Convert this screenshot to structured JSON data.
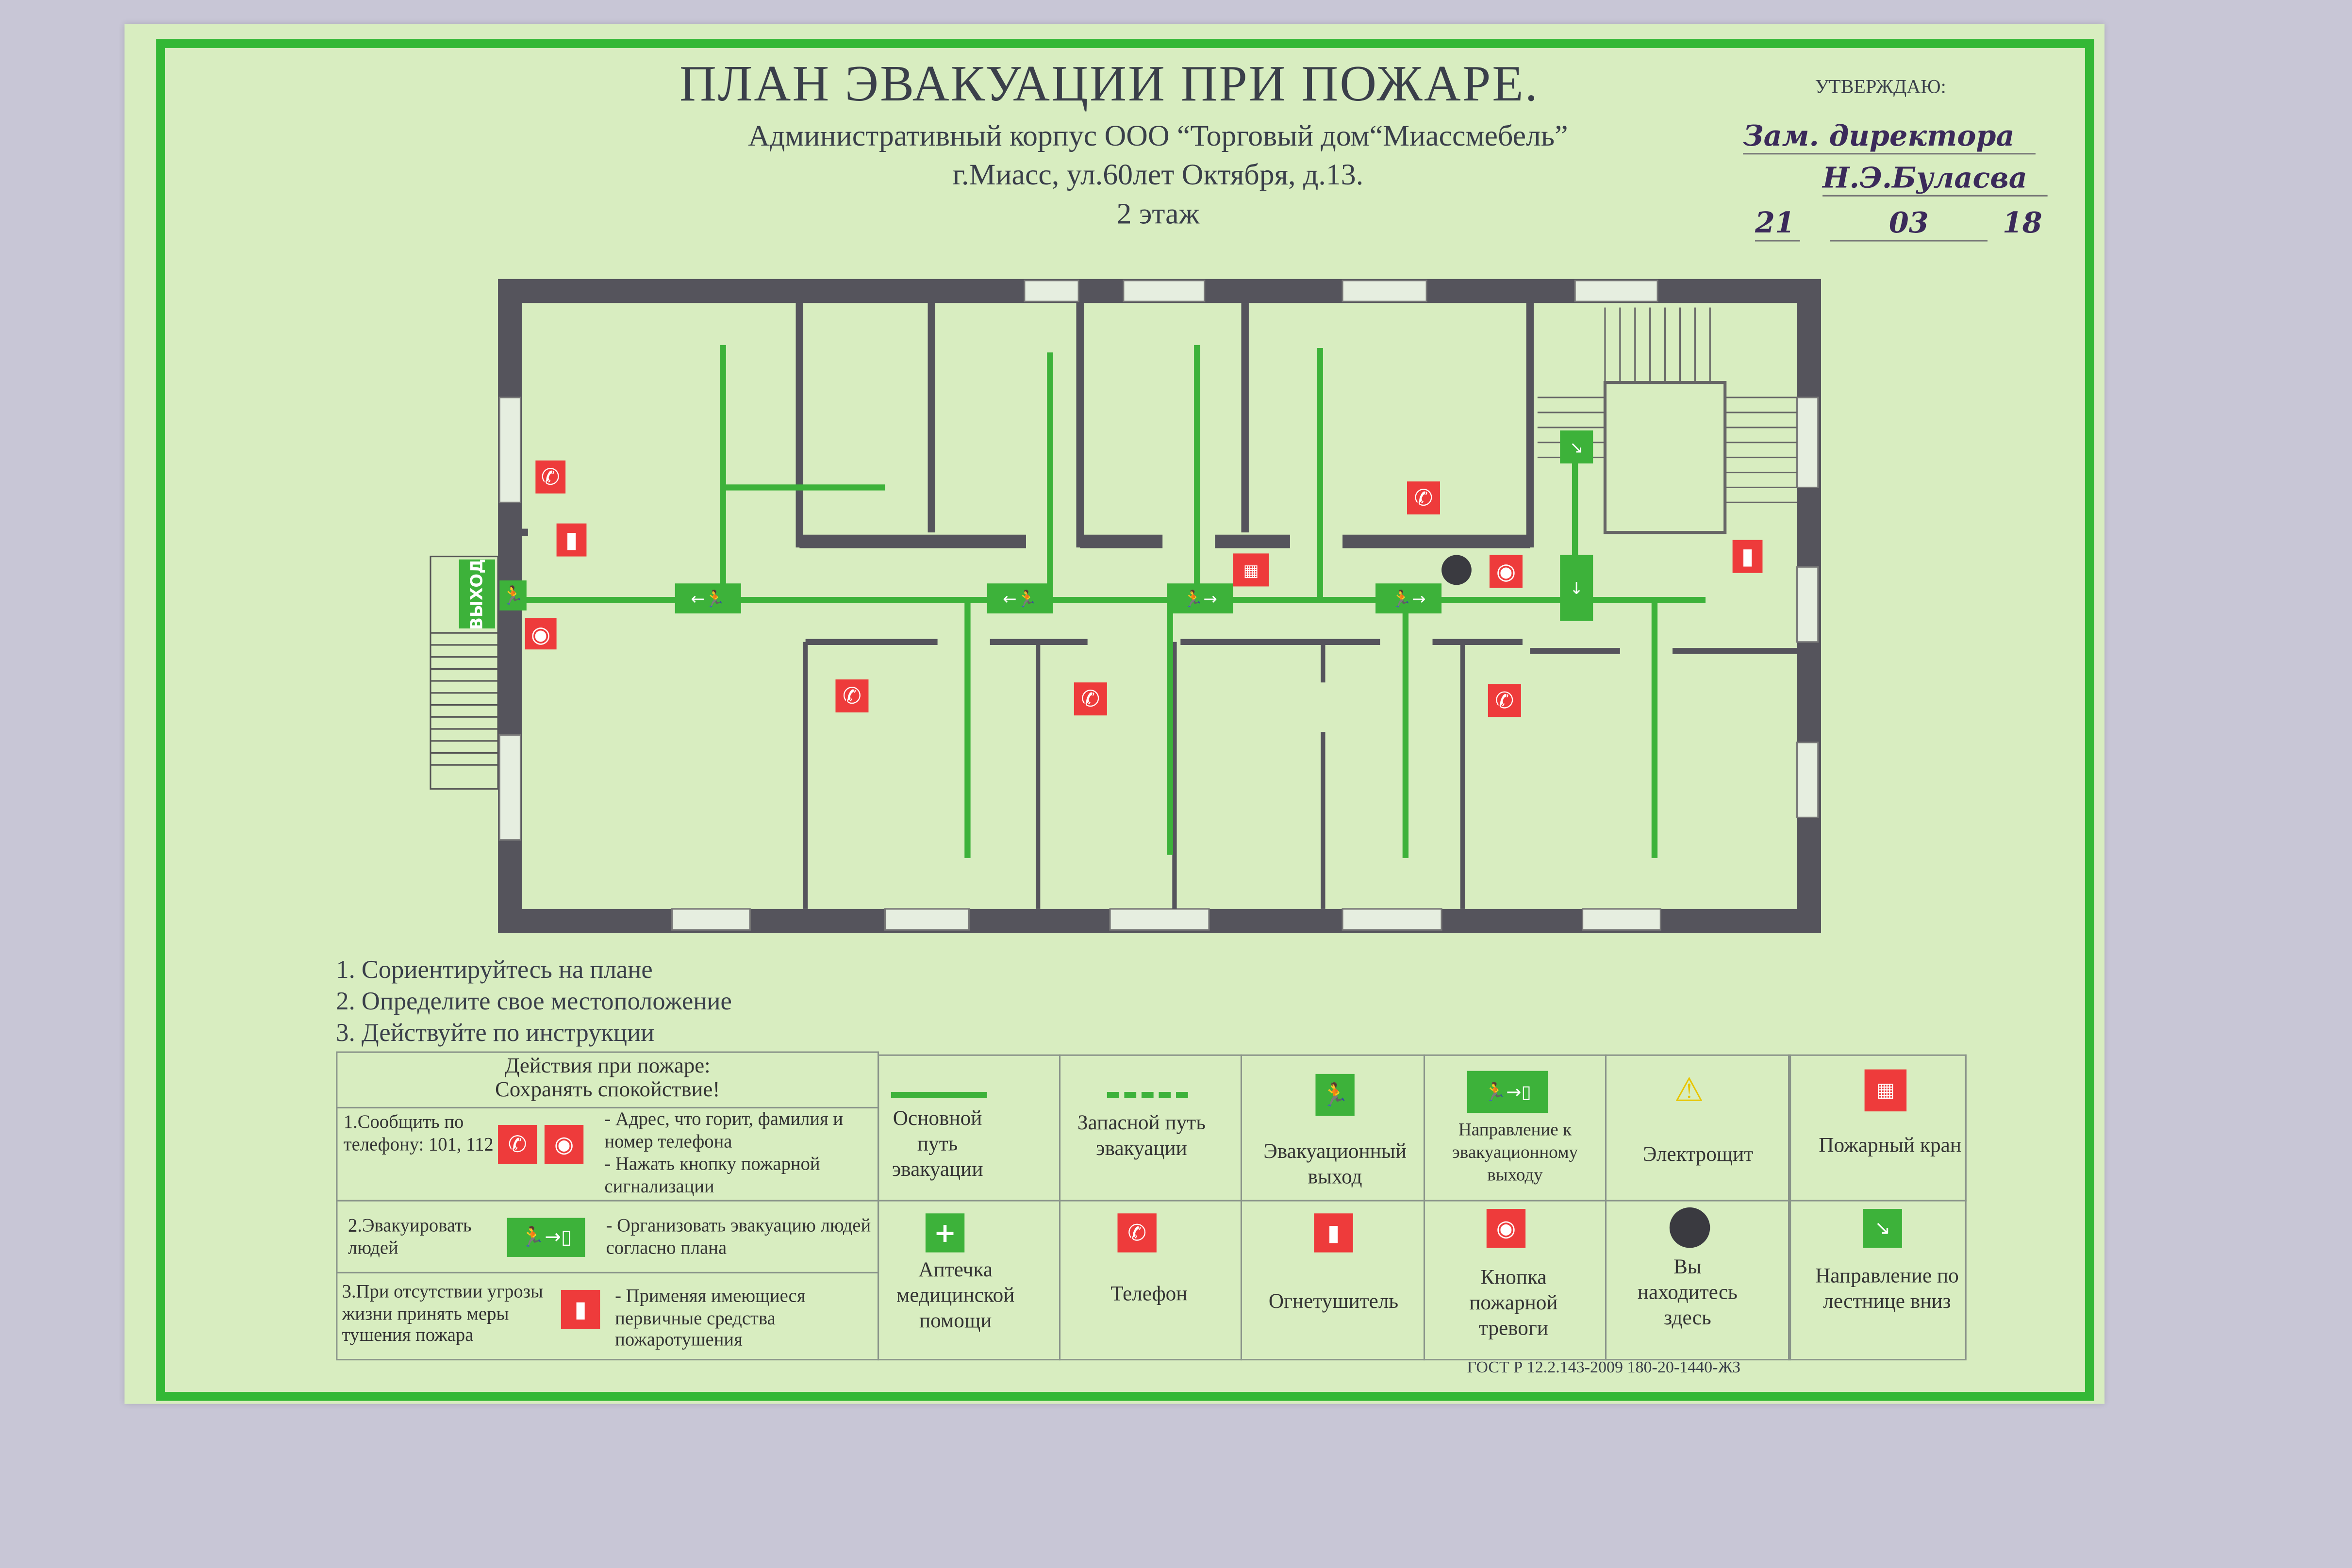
{
  "header": {
    "title": "ПЛАН  ЭВАКУАЦИИ  ПРИ ПОЖАРЕ.",
    "building": "Административный корпус ООО “Торговый дом“Миассмебель”",
    "address": "г.Миасс, ул.60лет Октября, д.13.",
    "floor": "2 этаж"
  },
  "approval": {
    "label": "УТВЕРЖДАЮ:",
    "position": "Зам. директора",
    "signature": "Н.Э.Буласва",
    "day": "21",
    "month": "03",
    "year_suffix": "18"
  },
  "plan": {
    "exit_label": "ВЫХОД"
  },
  "steps": [
    "1.  Сориентируйтесь на плане",
    "2.  Определите свое местоположение",
    "3.  Действуйте по инструкции"
  ],
  "actions": {
    "title": "Действия при  пожаре:",
    "subtitle": "Сохранять  спокойствие!",
    "rows": [
      {
        "left": "1.Сообщить по телефону: 101, 112",
        "right1": "- Адрес, что горит, фамилия и номер телефона",
        "right2": "- Нажать кнопку пожарной сигнализации"
      },
      {
        "left": "2.Эвакуировать людей",
        "right1": "- Организовать эвакуацию людей согласно плана"
      },
      {
        "left": "3.При  отсутствии угрозы жизни принять меры тушения пожара",
        "right1": "- Применяя имеющиеся первичные средства пожаротушения"
      }
    ]
  },
  "legend": [
    {
      "label": "Основной путь эвакуации",
      "icon": "solid-line"
    },
    {
      "label": "Запасной путь эвакуации",
      "icon": "dashed-line"
    },
    {
      "label": "Эвакуационный выход",
      "icon": "exit-icon"
    },
    {
      "label": "Направление к эвакуационному выходу",
      "icon": "exit-direction-icon"
    },
    {
      "label": "Электрощит",
      "icon": "electric-warning-icon"
    },
    {
      "label": "Пожарный кран",
      "icon": "fire-hydrant-icon"
    },
    {
      "label": "Аптечка медицинской помощи",
      "icon": "first-aid-icon"
    },
    {
      "label": "Телефон",
      "icon": "phone-icon"
    },
    {
      "label": "Огнетушитель",
      "icon": "extinguisher-icon"
    },
    {
      "label": "Кнопка пожарной тревоги",
      "icon": "alarm-button-icon"
    },
    {
      "label": "Вы находитесь здесь",
      "icon": "you-are-here-icon"
    },
    {
      "label": "Направление по лестнице вниз",
      "icon": "stairs-down-icon"
    }
  ],
  "footer": {
    "gost": "ГОСТ Р 12.2.143-2009   180-20-1440-ЖЗ"
  },
  "colors": {
    "green": "#3db23a",
    "red": "#ee3b3b",
    "wall": "#55545c",
    "paper": "#d8edc0"
  }
}
